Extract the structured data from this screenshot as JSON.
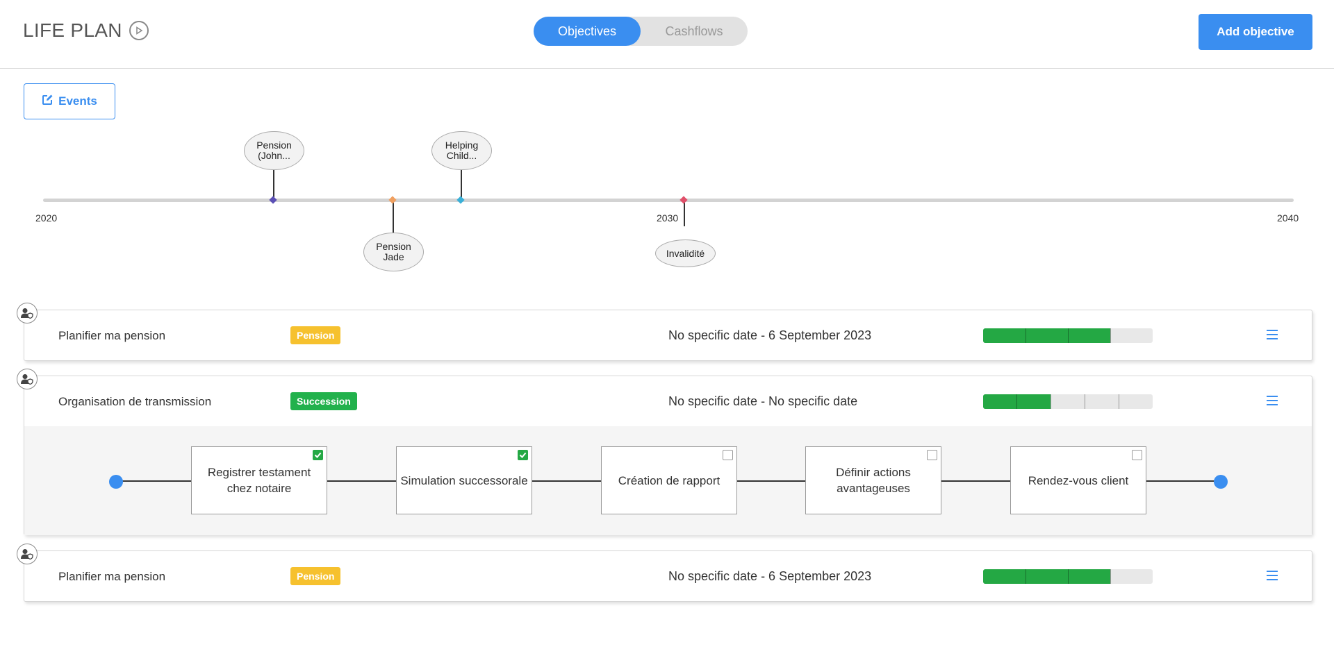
{
  "header": {
    "title": "LIFE PLAN",
    "tabs": [
      "Objectives",
      "Cashflows"
    ],
    "add_button": "Add objective"
  },
  "events_button": "Events",
  "timeline": {
    "years": [
      "2020",
      "2030",
      "2040"
    ],
    "events": [
      {
        "label1": "Pension",
        "label2": "(John...",
        "color": "#5b4fb5"
      },
      {
        "label1": "Pension",
        "label2": "Jade",
        "color": "#f0a060"
      },
      {
        "label1": "Helping",
        "label2": "Child...",
        "color": "#3ab0d8"
      },
      {
        "label1": "Invalidité",
        "label2": "",
        "color": "#e0506a"
      }
    ]
  },
  "objectives": [
    {
      "name": "Planifier ma pension",
      "badge": "Pension",
      "dates": "No specific date - 6 September 2023",
      "progress": 0.75
    },
    {
      "name": "Organisation de transmission",
      "badge": "Succession",
      "dates": "No specific date - No specific date",
      "progress": 0.4,
      "steps": [
        {
          "label": "Registrer testament chez notaire",
          "done": true
        },
        {
          "label": "Simulation successorale",
          "done": true
        },
        {
          "label": "Création de rapport",
          "done": false
        },
        {
          "label": "Définir actions avantageuses",
          "done": false
        },
        {
          "label": "Rendez-vous client",
          "done": false
        }
      ]
    },
    {
      "name": "Planifier ma pension",
      "badge": "Pension",
      "dates": "No specific date - 6 September 2023",
      "progress": 0.75
    }
  ],
  "colors": {
    "accent": "#3a8ef0",
    "success": "#24a844",
    "pension": "#f6c12e",
    "succession": "#22b14c"
  }
}
